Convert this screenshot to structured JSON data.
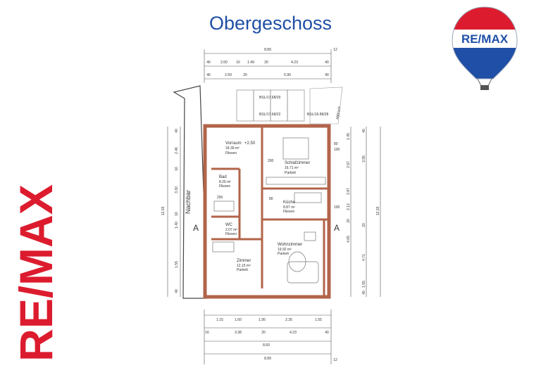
{
  "title": "Obergeschoss",
  "brand": {
    "name": "RE/MAX",
    "red": "#dc1c2e",
    "blue": "#1f4fa6"
  },
  "neighbor_label": "Nachbar",
  "section_marker": "A",
  "rooms": [
    {
      "name": "Vorraum",
      "area": "18.39 m²",
      "floor": "Fliesen"
    },
    {
      "name": "Schlafzimmer",
      "area": "16.71 m²",
      "floor": "Parkett"
    },
    {
      "name": "Bad",
      "area": "8.26 m²",
      "floor": "Fliesen"
    },
    {
      "name": "Küche",
      "area": "8.87 m²",
      "floor": "Fliesen"
    },
    {
      "name": "WC",
      "area": "2.07 m²",
      "floor": "Fliesen"
    },
    {
      "name": "Wohnzimmer",
      "area": "19.92 m²",
      "floor": "Parkett"
    },
    {
      "name": "Zimmer",
      "area": "12.15 m²",
      "floor": "Parkett"
    }
  ],
  "annotations": {
    "level_marker": "+2.50",
    "stair_labels": [
      "BSL/17.68/29",
      "BSL/17.68/22",
      "BSL/16.88/28"
    ],
    "abstand": "Abbruch"
  },
  "dims_top": {
    "total": "8.89",
    "small": "12",
    "row1": [
      "40",
      "2.00",
      "16",
      "1.49",
      "20",
      "4.23",
      "40"
    ],
    "row2": [
      "40",
      "2.59",
      "20",
      "5.90",
      "40"
    ]
  },
  "dims_bottom": {
    "row1": [
      "1.15",
      "1.60",
      "1.95",
      "2.35",
      "1.55"
    ],
    "row2": [
      "16",
      "3.38",
      "20",
      "4.23",
      "40"
    ],
    "row3": "8.60",
    "total": "8.89",
    "small": "12"
  },
  "dims_left": {
    "total": "12.03",
    "segments": [
      "40",
      "2.46",
      "16",
      "3.30",
      "16",
      "1.40",
      "1.55",
      "40"
    ]
  },
  "dims_right": {
    "total": "12.03",
    "segments": [
      "40",
      "3.95",
      "20",
      "4.71",
      "1.55",
      "40"
    ],
    "inner": [
      "1.45",
      "2.97",
      "2.87",
      "2.12",
      "20",
      "4.65"
    ]
  },
  "openings": [
    "80",
    "100",
    "200",
    "80",
    "100",
    "250"
  ]
}
